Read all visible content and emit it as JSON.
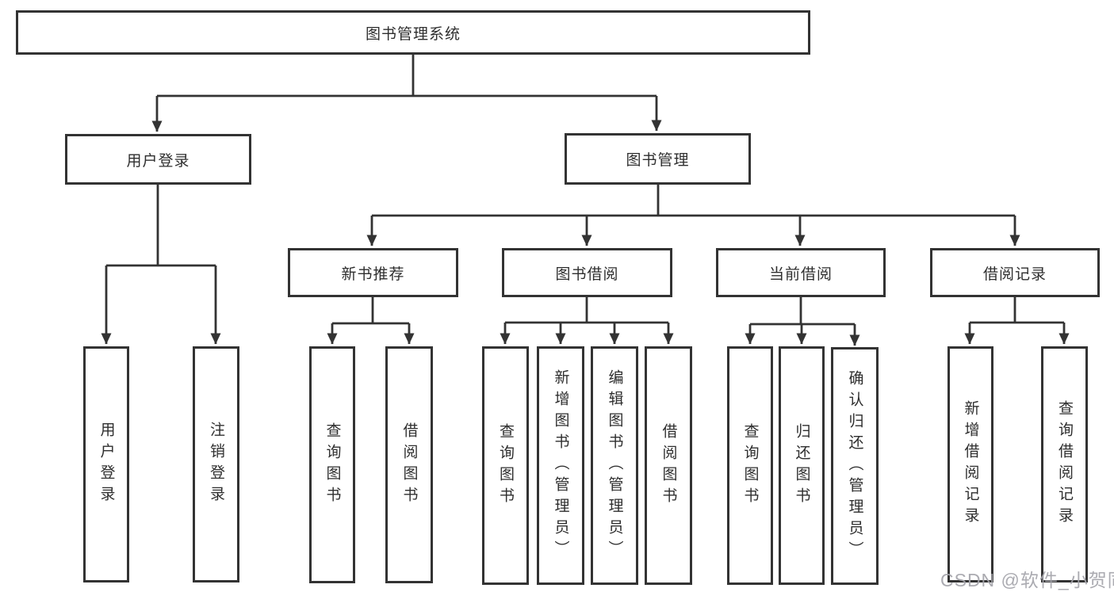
{
  "diagram_type": "hierarchy-tree",
  "colors": {
    "line": "#333333",
    "box_border": "#333333",
    "box_fill": "#ffffff",
    "text": "#2e2e2e",
    "background": "#ffffff",
    "watermark": "#a4a4aa"
  },
  "tree": {
    "label": "图书管理系统",
    "children": [
      {
        "label": "用户登录",
        "children": [
          {
            "label": "用户登录"
          },
          {
            "label": "注销登录"
          }
        ]
      },
      {
        "label": "图书管理",
        "children": [
          {
            "label": "新书推荐",
            "children": [
              {
                "label": "查询图书"
              },
              {
                "label": "借阅图书"
              }
            ]
          },
          {
            "label": "图书借阅",
            "children": [
              {
                "label": "查询图书"
              },
              {
                "label": "新增图书（管理员）"
              },
              {
                "label": "编辑图书（管理员）"
              },
              {
                "label": "借阅图书"
              }
            ]
          },
          {
            "label": "当前借阅",
            "children": [
              {
                "label": "查询图书"
              },
              {
                "label": "归还图书"
              },
              {
                "label": "确认归还（管理员）"
              }
            ]
          },
          {
            "label": "借阅记录",
            "children": [
              {
                "label": "新增借阅记录"
              },
              {
                "label": "查询借阅记录"
              }
            ]
          }
        ]
      }
    ]
  },
  "watermark": {
    "text": "CSDN @软件_小贺同学"
  }
}
